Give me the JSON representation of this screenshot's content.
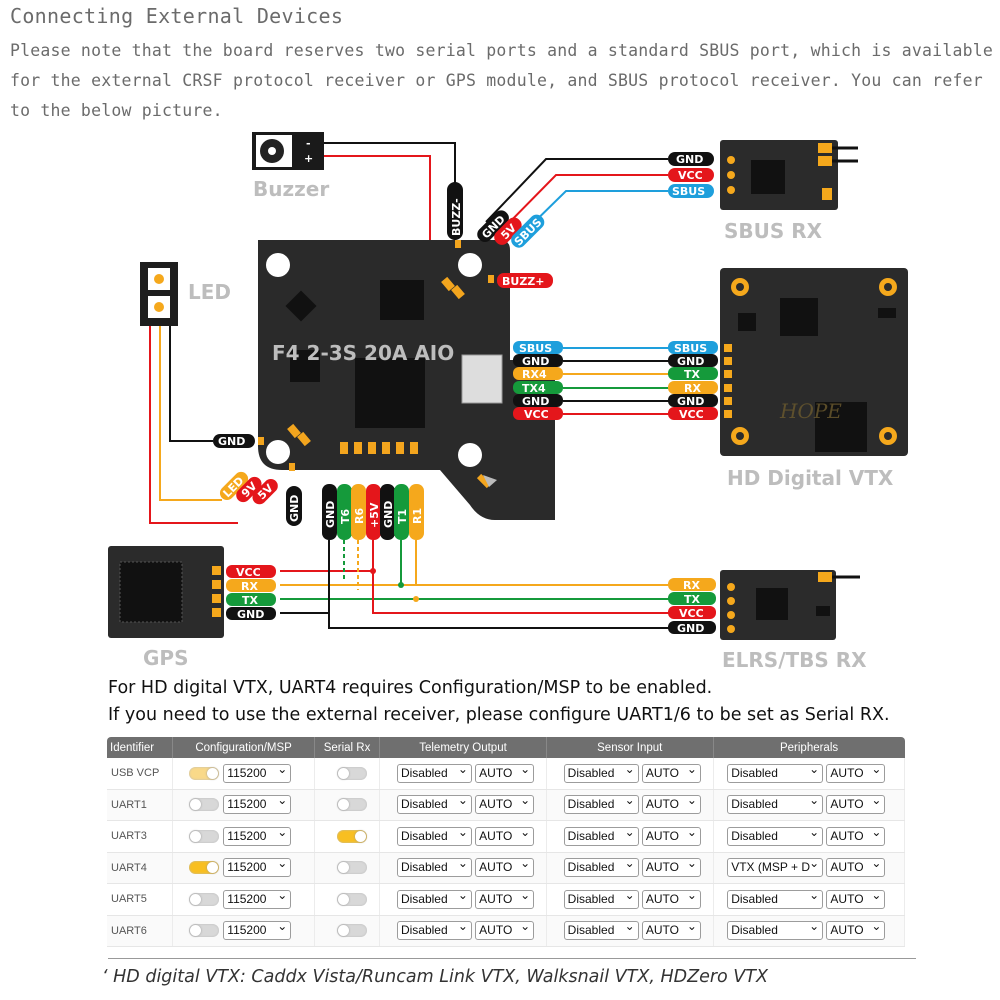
{
  "heading": "Connecting External Devices",
  "intro": "Please note that the board reserves two serial ports and a standard SBUS port, which is available for the external CRSF protocol receiver or GPS module, and SBUS protocol receiver. You can refer to the below picture.",
  "diagram": {
    "board_name": "F4 2-3S 20A AIO",
    "device_labels": {
      "buzzer": "Buzzer",
      "sbus_rx": "SBUS RX",
      "led": "LED",
      "hd_vtx": "HD Digital VTX",
      "gps": "GPS",
      "elrs_rx": "ELRS/TBS RX"
    },
    "buzzer_pins": [
      "-",
      "+"
    ],
    "logo_text": "HOPE"
  },
  "pin_labels": {
    "buzz_minus": "BUZZ-",
    "buzz_plus": "BUZZ+",
    "sbus_top": [
      "GND",
      "5V",
      "SBUS"
    ],
    "sbus_rx_pins": [
      "GND",
      "VCC",
      "SBUS"
    ],
    "vtx_fc": [
      "SBUS",
      "GND",
      "RX4",
      "TX4",
      "GND",
      "VCC"
    ],
    "vtx_dev": [
      "SBUS",
      "GND",
      "TX",
      "RX",
      "GND",
      "VCC"
    ],
    "led_gnd": "GND",
    "led_pads": [
      "LED",
      "9V",
      "5V"
    ],
    "gnd_small": "GND",
    "bottom": [
      "GND",
      "T6",
      "R6",
      "+5V",
      "GND",
      "T1",
      "R1"
    ],
    "gps_pins": [
      "VCC",
      "RX",
      "TX",
      "GND"
    ],
    "elrs_pins": [
      "RX",
      "TX",
      "VCC",
      "GND"
    ]
  },
  "notes": [
    "For HD digital VTX, UART4 requires Configuration/MSP to be enabled.",
    "If you need to use the external receiver, please configure UART1/6 to be set as Serial RX."
  ],
  "table": {
    "headers": [
      "Identifier",
      "Configuration/MSP",
      "Serial Rx",
      "Telemetry Output",
      "Sensor Input",
      "Peripherals"
    ],
    "rows": [
      {
        "id": "USB VCP",
        "msp": "on-light",
        "baud": "115200",
        "rx": "off",
        "tel": "Disabled",
        "tel_auto": "AUTO",
        "sen": "Disabled",
        "sen_auto": "AUTO",
        "per": "Disabled",
        "per_auto": "AUTO"
      },
      {
        "id": "UART1",
        "msp": "off",
        "baud": "115200",
        "rx": "off",
        "tel": "Disabled",
        "tel_auto": "AUTO",
        "sen": "Disabled",
        "sen_auto": "AUTO",
        "per": "Disabled",
        "per_auto": "AUTO"
      },
      {
        "id": "UART3",
        "msp": "off",
        "baud": "115200",
        "rx": "on",
        "tel": "Disabled",
        "tel_auto": "AUTO",
        "sen": "Disabled",
        "sen_auto": "AUTO",
        "per": "Disabled",
        "per_auto": "AUTO"
      },
      {
        "id": "UART4",
        "msp": "on",
        "baud": "115200",
        "rx": "off",
        "tel": "Disabled",
        "tel_auto": "AUTO",
        "sen": "Disabled",
        "sen_auto": "AUTO",
        "per": "VTX (MSP + D",
        "per_auto": "AUTO"
      },
      {
        "id": "UART5",
        "msp": "off",
        "baud": "115200",
        "rx": "off",
        "tel": "Disabled",
        "tel_auto": "AUTO",
        "sen": "Disabled",
        "sen_auto": "AUTO",
        "per": "Disabled",
        "per_auto": "AUTO"
      },
      {
        "id": "UART6",
        "msp": "off",
        "baud": "115200",
        "rx": "off",
        "tel": "Disabled",
        "tel_auto": "AUTO",
        "sen": "Disabled",
        "sen_auto": "AUTO",
        "per": "Disabled",
        "per_auto": "AUTO"
      }
    ]
  },
  "footer": "HD digital VTX: Caddx Vista/Runcam Link VTX, Walksnail VTX, HDZero VTX",
  "colors": {
    "black_tag": "#111111",
    "red_tag": "#e4161b",
    "blue_tag": "#1e9fdc",
    "orange_tag": "#f5a81c",
    "green_tag": "#159a3b",
    "board": "#2a2a2a",
    "pad_gold": "#f3a51e",
    "label_gray": "#bdbdbd",
    "toggle_on": "#f8bf21"
  }
}
